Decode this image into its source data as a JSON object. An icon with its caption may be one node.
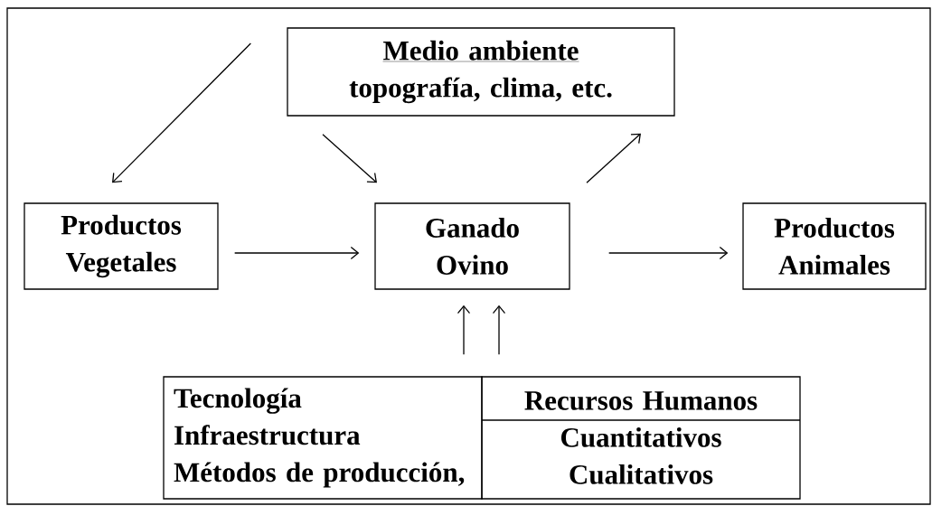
{
  "diagram": {
    "nodes": [
      {
        "text": [
          "Medio ambiente",
          "topografía, clima, etc."
        ]
      },
      {
        "text": [
          "Productos Vegetales"
        ]
      },
      {
        "text": [
          "Ganado Ovino"
        ]
      },
      {
        "text": [
          "Productos Animales"
        ]
      },
      {
        "text": [
          "Tecnología",
          "Infraestructura",
          "Métodos de producción,"
        ]
      },
      {
        "text": [
          "Recursos Humanos",
          "Cuantitativos",
          "Cualitativos"
        ]
      }
    ],
    "edges": [
      {
        "from": 0,
        "to": 1,
        "arrow": "to"
      },
      {
        "from": 0,
        "to": 2,
        "arrow": "to"
      },
      {
        "from": 2,
        "to": 0,
        "arrow": "to"
      },
      {
        "from": 1,
        "to": 2,
        "arrow": "to"
      },
      {
        "from": 2,
        "to": 3,
        "arrow": "to"
      },
      {
        "from": 4,
        "to": 2,
        "arrow": "to"
      },
      {
        "from": 5,
        "to": 2,
        "arrow": "to"
      }
    ]
  }
}
